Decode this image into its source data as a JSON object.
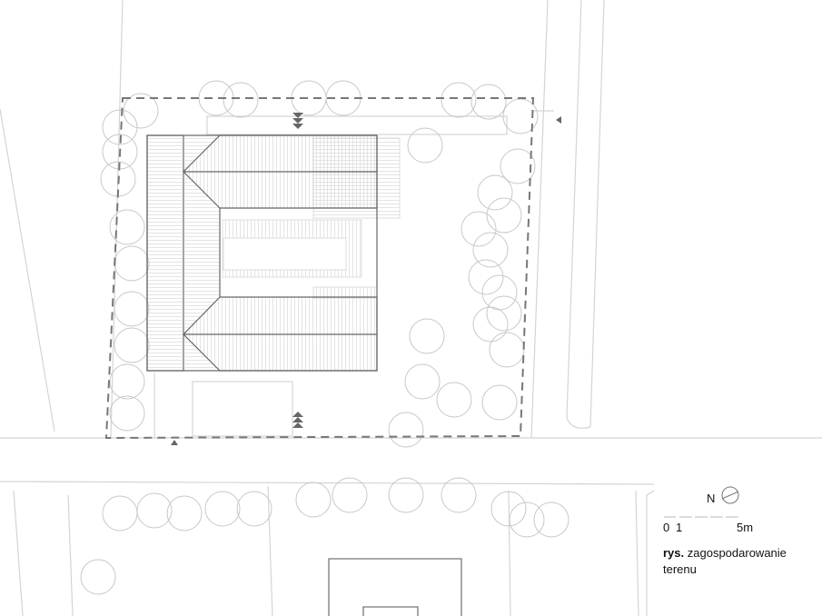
{
  "drawing": {
    "north_label": "N",
    "scale_bar": {
      "tick_0": "0",
      "tick_1": "1",
      "tick_5": "5m"
    },
    "caption": {
      "prefix": "rys.",
      "text": "zagospodarowanie terenu"
    }
  },
  "colors": {
    "building_line": "#666666",
    "context_line": "#cfcfcf",
    "boundary": "#777777"
  }
}
